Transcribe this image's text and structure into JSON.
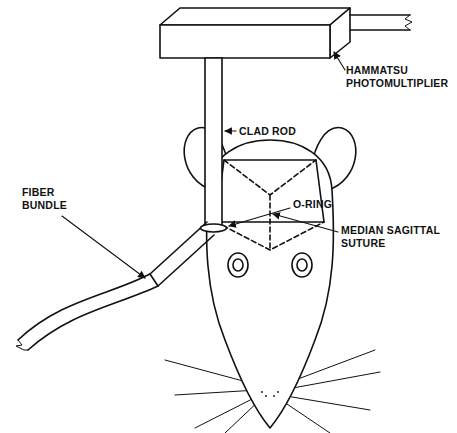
{
  "diagram": {
    "labels": [
      "HAMMATSU PHOTOMULTIPLIER",
      "CLAD ROD",
      "O-RING",
      "MEDIAN SAGITTAL SUTURE",
      "FIBER BUNDLE"
    ]
  }
}
